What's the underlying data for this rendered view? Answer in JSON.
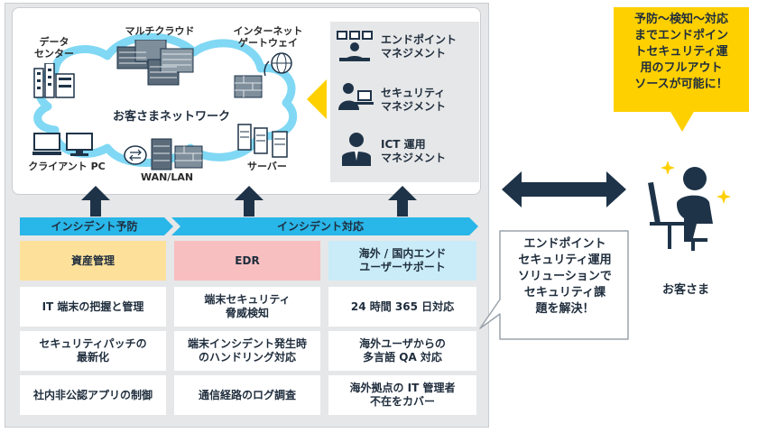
{
  "network": {
    "datacenter": "データ\nセンター",
    "multicloud": "マルチクラウド",
    "gateway": "インターネット\nゲートウェイ",
    "customer_network": "お客さまネットワーク",
    "client_pc": "クライアント PC",
    "wan_lan": "WAN/LAN",
    "server": "サーバー"
  },
  "management": {
    "items": [
      {
        "icon": "monitors-operator-icon",
        "label": "エンドポイント\nマネジメント"
      },
      {
        "icon": "laptop-operator-icon",
        "label": "セキュリティ\nマネジメント"
      },
      {
        "icon": "person-icon",
        "label": "ICT 運用\nマネジメント"
      }
    ]
  },
  "phases": {
    "prevention": "インシデント予防",
    "response": "インシデント対応"
  },
  "columns": [
    {
      "header": "資産管理",
      "color": "#fde19b",
      "cells": [
        "IT 端末の把握と管理",
        "セキュリティパッチの\n最新化",
        "社内非公認アプリの制御"
      ]
    },
    {
      "header": "EDR",
      "color": "#f8bfc0",
      "cells": [
        "端末セキュリティ\n脅威検知",
        "端末インシデント発生時\nのハンドリング対応",
        "通信経路のログ調査"
      ]
    },
    {
      "header": "海外 / 国内エンド\nユーザーサポート",
      "color": "#c9ecf8",
      "cells": [
        "24 時間 365 日対応",
        "海外ユーザからの\n多言語 QA 対応",
        "海外拠点の IT 管理者\n不在をカバー"
      ]
    }
  ],
  "callouts": {
    "solution": "エンドポイント\nセキュリティ運用\nソリューションで\nセキュリティ課\n題を解決！",
    "full_outsource": "予防～検知～対応\nまでエンドポイン\nトセキュリティ運\n用のフルアウト\nソースが可能に！"
  },
  "customer": {
    "label": "お客さま"
  },
  "colors": {
    "accent_yellow": "#fed000",
    "navy": "#1e3348",
    "cyan": "#29b6e8",
    "cloud": "#7dd7f2"
  }
}
